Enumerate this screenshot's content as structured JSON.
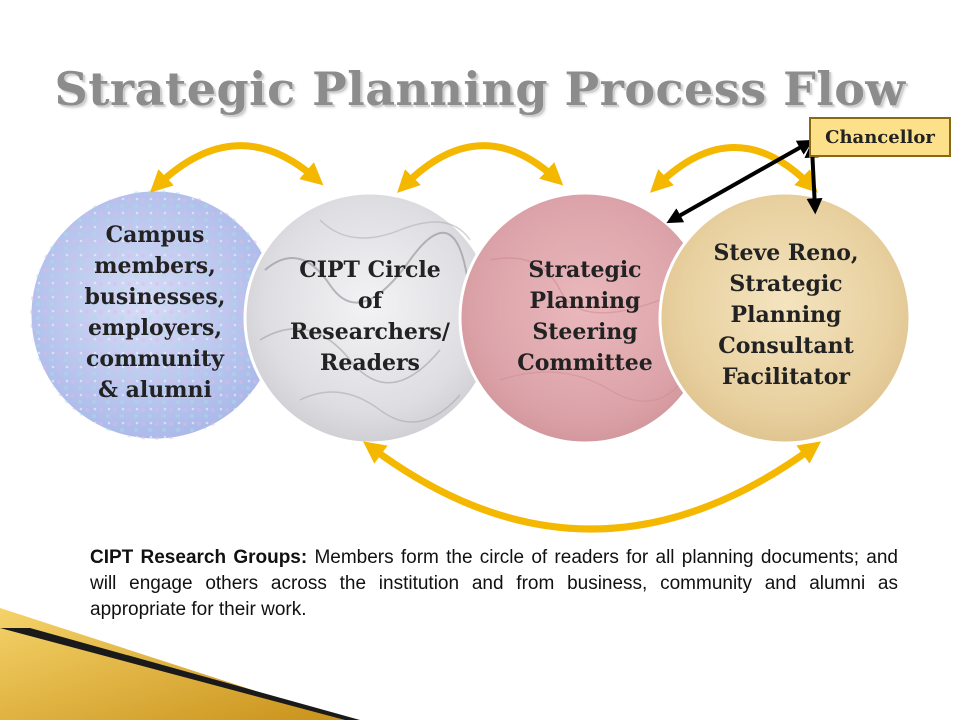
{
  "title": "Strategic Planning Process Flow",
  "circles": [
    {
      "label": "Campus members, businesses, employers, community & alumni"
    },
    {
      "label": "CIPT Circle of Researchers/ Readers"
    },
    {
      "label": "Strategic Planning Steering Committee"
    },
    {
      "label": "Steve Reno, Strategic Planning Consultant Facilitator"
    }
  ],
  "chancellor": "Chancellor",
  "note": {
    "lead": "CIPT Research Groups:",
    "body": " Members form the circle of readers for all planning documents; and will engage others across the institution and from business, community and alumni as appropriate for their work."
  },
  "colors": {
    "arrow": "#f5b800",
    "title": "#8c8c8c",
    "circle1": "#b9c6ef",
    "circle2": "#e3e3e6",
    "circle3": "#dfa9ae",
    "circle4": "#ead4a3"
  }
}
